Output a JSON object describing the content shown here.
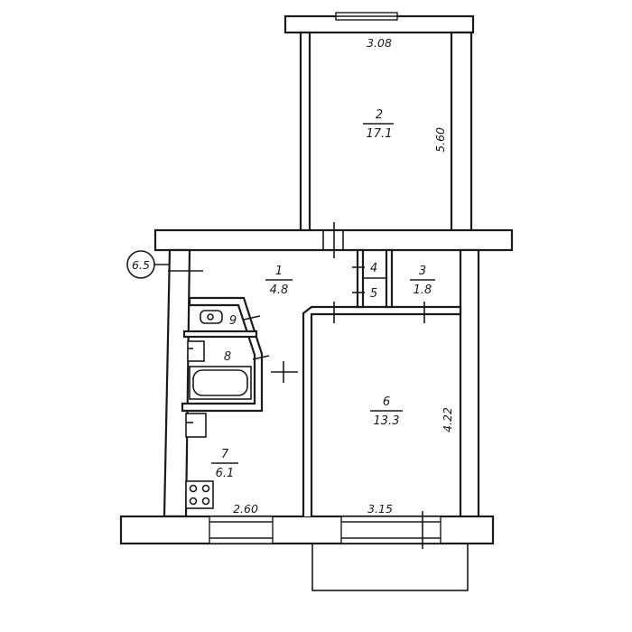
{
  "rooms": [
    {
      "number": "2",
      "area": "17.1"
    },
    {
      "number": "1",
      "area": "4.8"
    },
    {
      "number": "3",
      "area": "1.8"
    },
    {
      "number": "6",
      "area": "13.3"
    },
    {
      "number": "7",
      "area": "6.1"
    },
    {
      "number": "4"
    },
    {
      "number": "5"
    },
    {
      "number": "8"
    },
    {
      "number": "9"
    }
  ],
  "dimensions": {
    "room2_width": "3.08",
    "room2_length": "5.60",
    "room6_length": "4.22",
    "room6_width": "3.15",
    "room7_width": "2.60"
  },
  "ceiling_marker": "6.5"
}
